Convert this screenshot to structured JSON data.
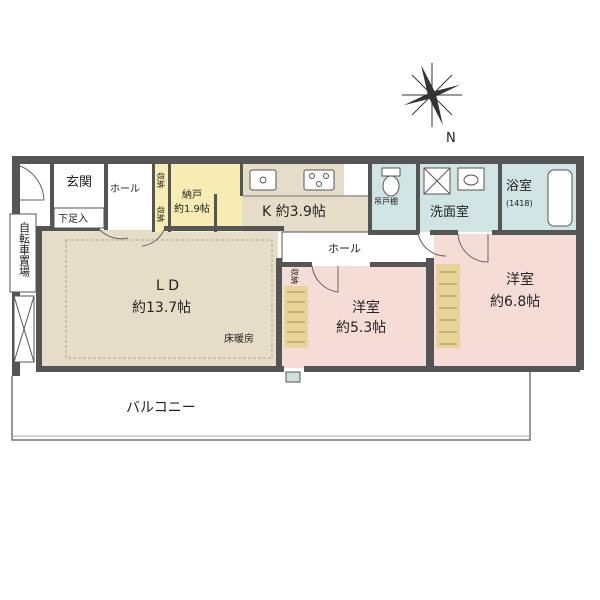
{
  "compass": {
    "north_label": "N"
  },
  "rooms": {
    "genkan": "玄関",
    "hall_entry": "ホール",
    "shitaashi": "下足入",
    "shuno_1": "収納",
    "shuno_2": "収納",
    "nando_name": "納戸",
    "nando_size": "約1.9帖",
    "kitchen": "K 約3.9帖",
    "tsuridana": "吊戸棚",
    "senmen": "洗面室",
    "bath_name": "浴室",
    "bath_size": "(1418)",
    "hall_main": "ホール",
    "ld_name": "L D",
    "ld_size": "約13.7帖",
    "floor_heating": "床暖房",
    "shuno_3": "収納",
    "yoshitsu1_name": "洋室",
    "yoshitsu1_size": "約5.3帖",
    "yoshitsu2_name": "洋室",
    "yoshitsu2_size": "約6.8帖",
    "balcony": "バルコニー",
    "bike_parking": "自転車置場"
  },
  "colors": {
    "wall": "#555555",
    "ld_fill": "#e6ddc9",
    "kitchen_fill": "#e6ddc9",
    "nando_fill": "#f6ecb4",
    "wet_fill": "#d0e4e3",
    "bedroom_fill": "#f6dcd7",
    "closet_fill": "#e8d39a"
  }
}
